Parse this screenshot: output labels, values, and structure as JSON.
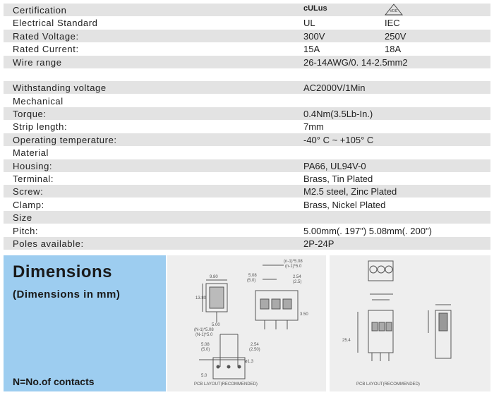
{
  "specs": [
    {
      "label": "Certification",
      "v1": "cULus",
      "v2": "VDE"
    },
    {
      "label": "Electrical Standard",
      "v1": "UL",
      "v2": "IEC"
    },
    {
      "label": "Rated Voltage:",
      "v1": "300V",
      "v2": "250V"
    },
    {
      "label": "Rated Current:",
      "v1": "15A",
      "v2": "18A"
    },
    {
      "label": "Wire range",
      "v1": "26-14AWG/0. 14-2.5mm2",
      "v2": ""
    },
    {
      "label": "Withstanding voltage",
      "v1": "AC2000V/1Min",
      "v2": ""
    },
    {
      "label": "Mechanical",
      "v1": "",
      "v2": ""
    },
    {
      "label": "Torque:",
      "v1": "0.4Nm(3.5Lb-In.)",
      "v2": ""
    },
    {
      "label": "Strip length:",
      "v1": "7mm",
      "v2": ""
    },
    {
      "label": "Operating temperature:",
      "v1": "-40° C ~ +105° C",
      "v2": ""
    },
    {
      "label": "Material",
      "v1": "",
      "v2": ""
    },
    {
      "label": "Housing:",
      "v1": "PA66, UL94V-0",
      "v2": ""
    },
    {
      "label": "Terminal:",
      "v1": "Brass,  Tin  Plated",
      "v2": ""
    },
    {
      "label": "Screw:",
      "v1": "M2.5  steel, Zinc Plated",
      "v2": ""
    },
    {
      "label": "Clamp:",
      "v1": "Brass,  Nickel  Plated",
      "v2": ""
    },
    {
      "label": "Size",
      "v1": "",
      "v2": ""
    },
    {
      "label": "Pitch:",
      "v1": "5.00mm(. 197\") 5.08mm(. 200\")",
      "v2": ""
    },
    {
      "label": "Poles available:",
      "v1": "2P-24P",
      "v2": ""
    }
  ],
  "dimensions": {
    "title": "Dimensions",
    "subtitle": "(Dimensions in mm)",
    "note": "N=No.of contacts"
  },
  "drawing1": {
    "d1": "9.80",
    "d2": "13.80",
    "d3": "5.00",
    "d4": "(n-1)*5.08",
    "d5": "(n-1)*5.0",
    "d6": "5.08",
    "d7": "(5.0)",
    "d8": "2.54",
    "d9": "(2.5)",
    "d10": "3.50",
    "p1": "(N-1)*5.08",
    "p2": "(N-1)*5.0",
    "p3": "5.08",
    "p4": "(5.0)",
    "p5": "2.54",
    "p6": "(2.50)",
    "p7": "ø1.3",
    "p8": "5.0",
    "caption": "PCB  LAYOUT(RECOMMENDED)"
  },
  "drawing2": {
    "d1": "25.4",
    "caption": "PCB  LAYOUT(RECOMMENDED)"
  }
}
